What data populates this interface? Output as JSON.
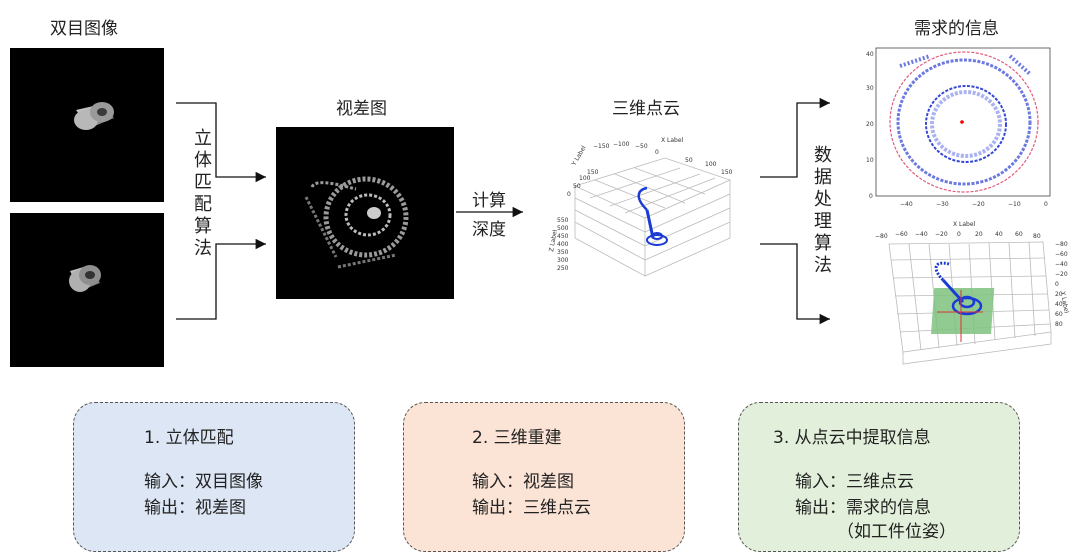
{
  "stereo": {
    "title": "双目图像"
  },
  "match": {
    "vertical": [
      "立",
      "体",
      "匹",
      "配",
      "算",
      "法"
    ]
  },
  "disparity": {
    "title": "视差图"
  },
  "compute": {
    "line1": "计算",
    "line2": "深度"
  },
  "cloud": {
    "title": "三维点云",
    "axis_x": "X Label",
    "axis_y": "Y Label",
    "axis_z": "Z Label"
  },
  "process": {
    "vertical": [
      "数",
      "据",
      "处",
      "理",
      "算",
      "法"
    ]
  },
  "info": {
    "title": "需求的信息"
  },
  "topplot": {
    "xticks": [
      "−40",
      "−30",
      "−20",
      "−10",
      "0"
    ],
    "yticks": [
      "40",
      "30",
      "20",
      "10",
      "0"
    ]
  },
  "bottomplot": {
    "xlabel": "X Label",
    "xticks": [
      "−80",
      "−60",
      "−40",
      "−20",
      "0",
      "20",
      "40",
      "60",
      "80"
    ],
    "yticks": [
      "−80",
      "−60",
      "−40",
      "−20",
      "0",
      "20",
      "40",
      "60",
      "80"
    ],
    "zlabel": "Y Label"
  },
  "cloudticks": {
    "x": [
      "−150",
      "−100",
      "−50",
      "0",
      "50",
      "100",
      "150"
    ],
    "y": [
      "150",
      "100",
      "50",
      "0"
    ],
    "z": [
      "550",
      "500",
      "450",
      "400",
      "350",
      "300",
      "250"
    ]
  },
  "steps": [
    {
      "title": "1.  立体匹配",
      "line1": "输入：双目图像",
      "line2": "输出：视差图",
      "line3": "",
      "color": "#dde6f4"
    },
    {
      "title": "2.  三维重建",
      "line1": "输入：视差图",
      "line2": "输出：三维点云",
      "line3": "",
      "color": "#fbe4d6"
    },
    {
      "title": "3.  从点云中提取信息",
      "line1": "输入：三维点云",
      "line2": "输出：需求的信息",
      "line3": "（如工件位姿）",
      "color": "#e2efdb"
    }
  ]
}
